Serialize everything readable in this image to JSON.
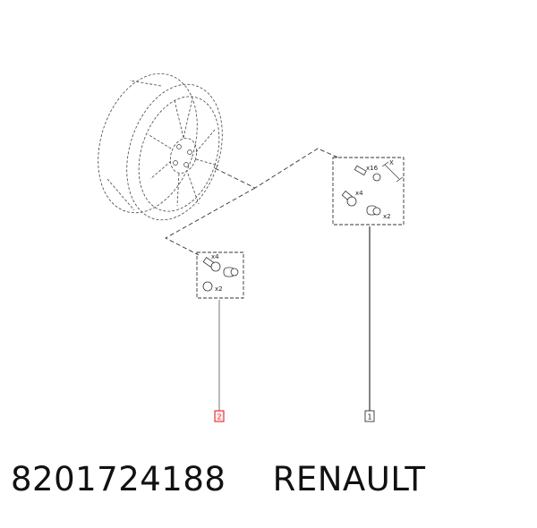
{
  "diagram": {
    "callouts": [
      {
        "id": "1",
        "label": "1",
        "highlighted": false
      },
      {
        "id": "2",
        "label": "2",
        "highlighted": true
      }
    ],
    "box1_labels": {
      "qty_bolts": "x16",
      "qty_locks": "x4",
      "qty_keys": "x2",
      "dim": "X"
    },
    "box2_labels": {
      "qty_locks": "x4",
      "qty_keys": "x2"
    },
    "colors": {
      "line": "#333333",
      "highlight": "#e0282e"
    }
  },
  "caption": {
    "part_number": "8201724188",
    "brand": "RENAULT"
  }
}
